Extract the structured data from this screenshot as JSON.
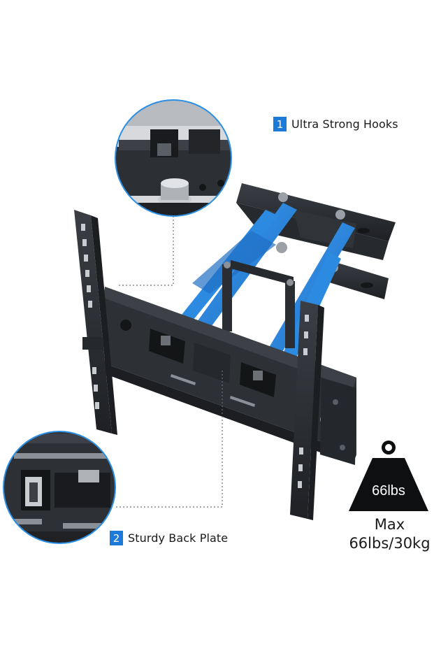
{
  "callouts": [
    {
      "number": "1",
      "label": "Ultra Strong Hooks"
    },
    {
      "number": "2",
      "label": "Sturdy Back Plate"
    }
  ],
  "weight_badge": {
    "text": "66lbs"
  },
  "capacity": {
    "line1": "Max",
    "line2": "66lbs/30kg"
  },
  "colors": {
    "accent": "#1e7ad8",
    "arm_blue": "#2c8be0",
    "steel": "#2a2d31",
    "steel_light": "#4a4e54",
    "badge_text": "#ffffff"
  },
  "icons": [
    "weight-icon"
  ]
}
